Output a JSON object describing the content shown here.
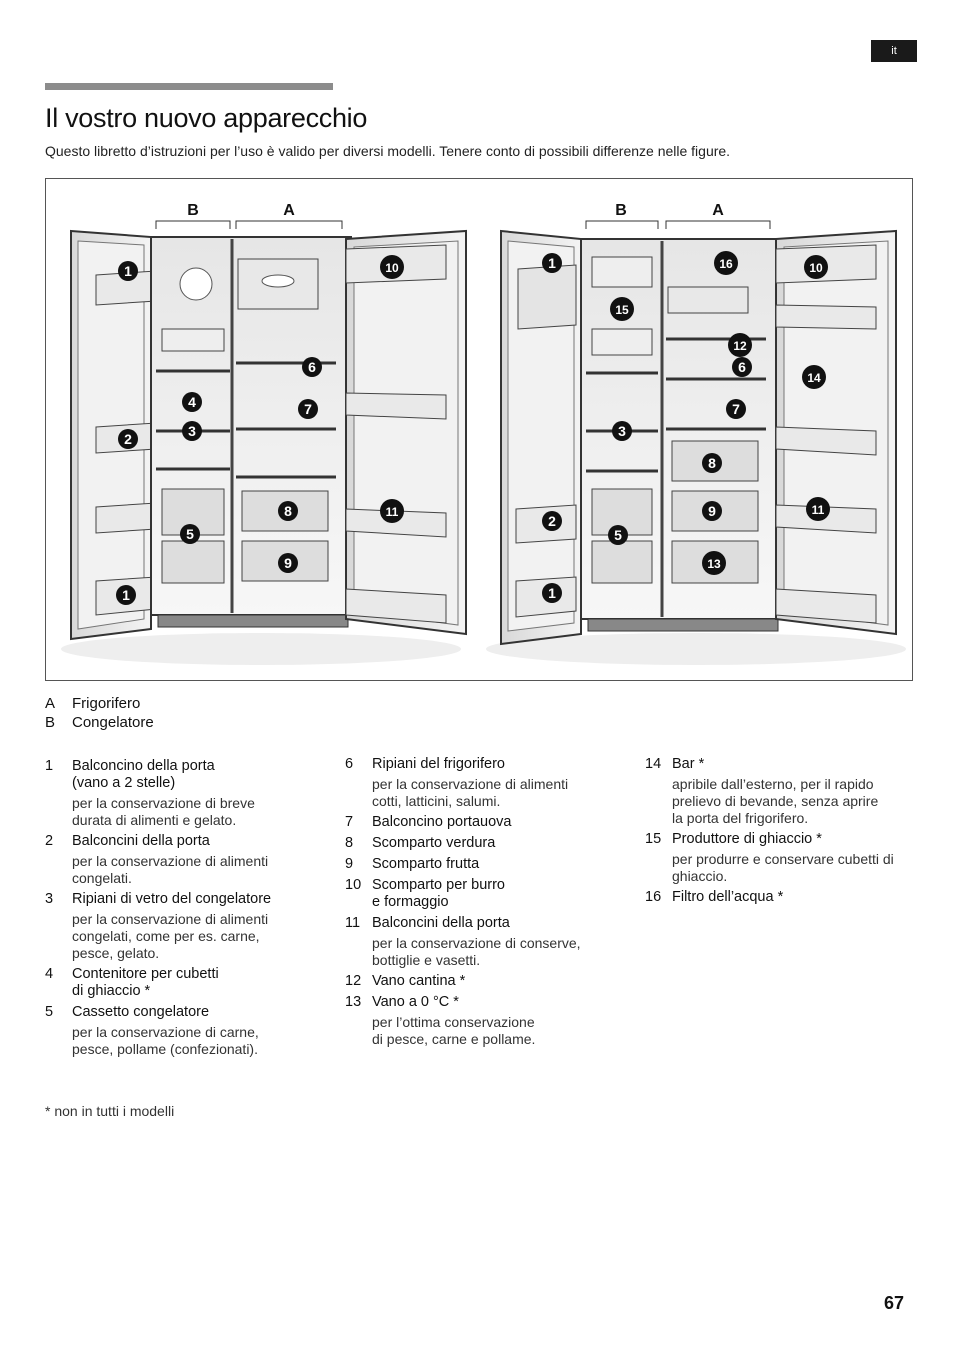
{
  "language_tab": "it",
  "title": "Il vostro nuovo apparecchio",
  "intro": "Questo libretto d’istruzioni per l’uso è valido per diversi modelli. Tenere conto di possibili differenze nelle figure.",
  "figure": {
    "left_labels": {
      "b": "B",
      "a": "A"
    },
    "right_labels": {
      "b": "B",
      "a": "A"
    },
    "left_badges": [
      "1",
      "10",
      "6",
      "4",
      "7",
      "2",
      "3",
      "8",
      "11",
      "5",
      "9",
      "1"
    ],
    "right_badges": [
      "1",
      "16",
      "10",
      "15",
      "12",
      "6",
      "14",
      "7",
      "3",
      "8",
      "2",
      "11",
      "9",
      "5",
      "13",
      "1"
    ]
  },
  "legend": [
    {
      "key": "A",
      "label": "Frigorifero"
    },
    {
      "key": "B",
      "label": "Congelatore"
    }
  ],
  "columns": [
    [
      {
        "num": "1",
        "title": "Balconcino della porta\n(vano a 2 stelle)",
        "desc": "per la conservazione di breve\ndurata di alimenti e gelato."
      },
      {
        "num": "2",
        "title": "Balconcini della porta",
        "desc": "per la conservazione di alimenti\ncongelati."
      },
      {
        "num": "3",
        "title": "Ripiani di vetro del congelatore",
        "desc": "per la conservazione di alimenti\ncongelati, come per es. carne,\npesce, gelato."
      },
      {
        "num": "4",
        "title": "Contenitore per cubetti\ndi ghiaccio *",
        "desc": ""
      },
      {
        "num": "5",
        "title": "Cassetto congelatore",
        "desc": "per la conservazione di carne,\npesce, pollame (confezionati)."
      }
    ],
    [
      {
        "num": "6",
        "title": "Ripiani del frigorifero",
        "desc": "per la conservazione di alimenti\ncotti, latticini, salumi."
      },
      {
        "num": "7",
        "title": "Balconcino portauova",
        "desc": ""
      },
      {
        "num": "8",
        "title": "Scomparto verdura",
        "desc": ""
      },
      {
        "num": "9",
        "title": "Scomparto frutta",
        "desc": ""
      },
      {
        "num": "10",
        "title": "Scomparto per burro\ne formaggio",
        "desc": ""
      },
      {
        "num": "11",
        "title": "Balconcini della porta",
        "desc": "per la conservazione di conserve,\nbottiglie e vasetti."
      },
      {
        "num": "12",
        "title": "Vano cantina *",
        "desc": ""
      },
      {
        "num": "13",
        "title": "Vano a 0 °C *",
        "desc": "per l’ottima conservazione\ndi pesce, carne e pollame."
      }
    ],
    [
      {
        "num": "14",
        "title": "Bar *",
        "desc": "apribile dall’esterno, per il rapido\nprelievo di bevande, senza aprire\nla porta del frigorifero."
      },
      {
        "num": "15",
        "title": "Produttore di ghiaccio *",
        "desc": "per produrre e conservare cubetti di\nghiaccio."
      },
      {
        "num": "16",
        "title": "Filtro dell’acqua *",
        "desc": ""
      }
    ]
  ],
  "footnote": "*   non in tutti i modelli",
  "page_number": "67"
}
